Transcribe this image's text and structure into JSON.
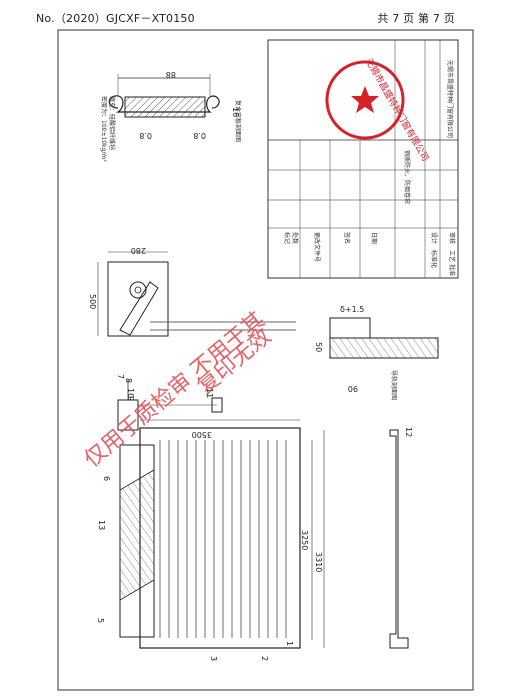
{
  "header": {
    "doc_number": "No.（2020）GJCXF－XT0150",
    "page_info": "共 7 页 第 7 页"
  },
  "drawing": {
    "dimensions": {
      "width_top": "3500",
      "height_inner": "3250",
      "height_outer": "3310",
      "box_height": "500",
      "box_width": "280",
      "profile_width": "88",
      "profile_height": "16",
      "profile_thickness_a": "0.8",
      "profile_thickness_b": "0.8",
      "guide_depth": "50",
      "guide_width": "90",
      "guide_gap": "δ+1.5"
    },
    "section_titles": {
      "profile": "复合帘板剖面图",
      "guide": "导轨剖面图"
    },
    "profile_notes": [
      "填充：硅酸铝纤维毡",
      "密度为：100±10kg/m³"
    ],
    "callouts": [
      "1",
      "2",
      "3",
      "5",
      "6",
      "7",
      "8",
      "9",
      "10",
      "11",
      "12",
      "13"
    ],
    "title_block": {
      "product_name": "钢质防火、防烟卷帘",
      "company": "无锡市昌盛特种门窗有限公司",
      "spec_rows": [
        "标记",
        "处数",
        "更改文件号",
        "签名",
        "日期",
        "设计",
        "标准化",
        "审核",
        "工艺",
        "批准"
      ]
    }
  },
  "stamp": {
    "text": "无锡市昌盛特种门窗有限公司"
  },
  "watermarks": [
    "仅用于质检审 不用于其",
    "复印无效"
  ]
}
